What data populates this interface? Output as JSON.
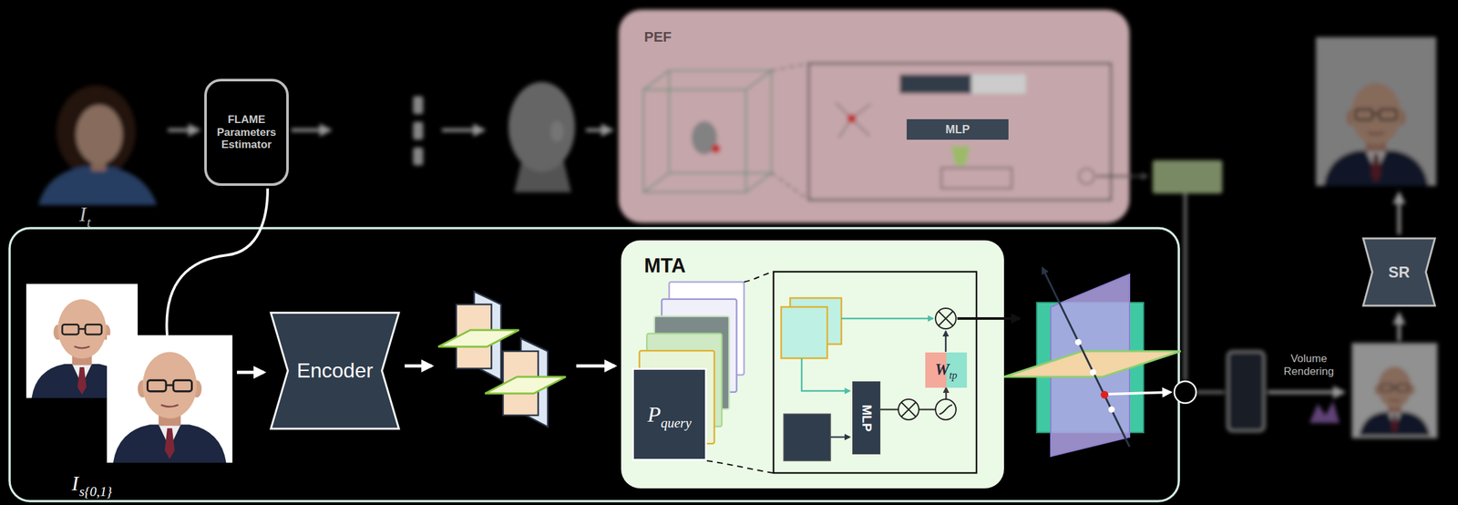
{
  "diagram": {
    "nodes": [
      {
        "text": [
          "FLAME Parameters Estimator"
        ]
      },
      {
        "text": [
          "PEF"
        ]
      },
      {
        "text": [
          "MLP"
        ],
        "in": 1
      },
      {
        "text": [
          "SR"
        ]
      },
      {
        "text": [
          "Encoder"
        ]
      },
      {
        "text": [
          "MTA"
        ]
      },
      {
        "text": [
          "P",
          "query"
        ],
        "in": 5
      },
      {
        "text": [
          "MLP"
        ],
        "in": 5
      },
      {
        "text": [
          "W",
          "tp"
        ],
        "in": 5
      }
    ],
    "edges": [
      {
        "from": 7,
        "to": 8,
        "arrow": "to"
      }
    ],
    "labels": [
      "I",
      "t",
      "I",
      "s{0,1}",
      "Volume Rendering"
    ]
  }
}
